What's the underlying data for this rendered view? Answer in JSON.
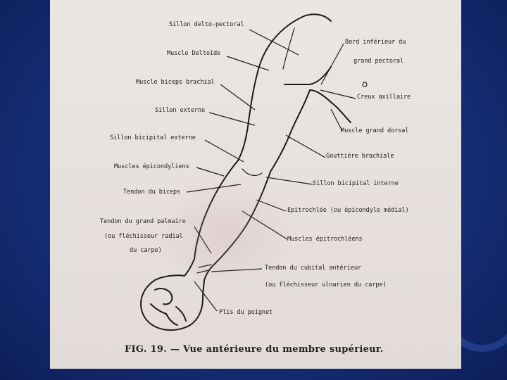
{
  "labels": {
    "sillon_delto_pectoral": "Sillon delto-pectoral",
    "muscle_deltoide": "Muscle Deltoïde",
    "muscle_biceps": "Muscle biceps brachial",
    "sillon_externe": "Sillon externe",
    "sillon_bicipital_externe": "Sillon bicipital externe",
    "muscles_epicondyliens": "Muscles épicondyliens",
    "tendon_biceps": "Tendon du biceps",
    "tendon_grand_palmaire_1": "Tendon du grand palmaire",
    "tendon_grand_palmaire_2": "(ou fléchisseur radial",
    "tendon_grand_palmaire_3": "du carpe)",
    "bord_inferieur_1": "Bord inférieur du",
    "bord_inferieur_2": "grand pectoral",
    "creux_axillaire": "Creux axillaire",
    "muscle_grand_dorsal": "Muscle grand dorsal",
    "gouttiere_brachiale": "Gouttière brachiale",
    "sillon_bicipital_interne": "Sillon bicipital interne",
    "epitrochlee": "Epitrochlée (ou épicondyle médial)",
    "muscles_epitrochleens": "Muscles épitrochléens",
    "tendon_cubital_1": "Tendon du cubital antérieur",
    "tendon_cubital_2": "(ou fléchisseur ulnarien du carpe)",
    "plis_poignet": "Plis du poignet"
  },
  "caption": "FIG. 19. — Vue antérieure du membre supérieur."
}
